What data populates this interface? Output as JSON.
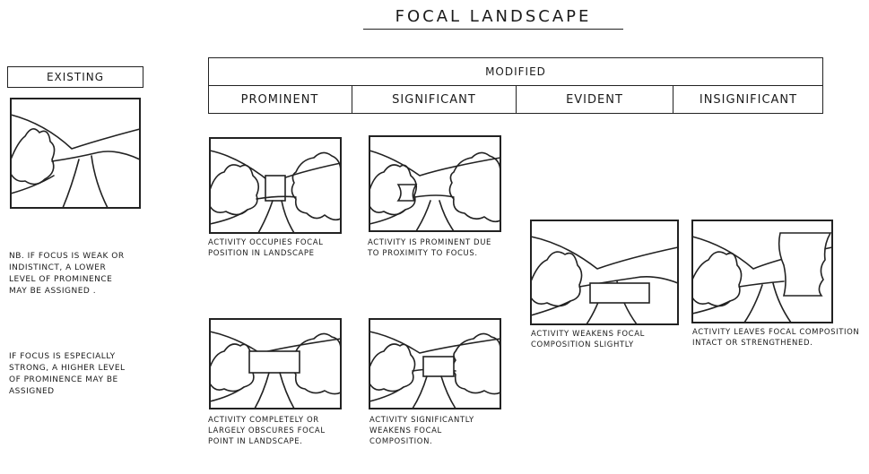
{
  "title": "FOCAL LANDSCAPE",
  "existing_label": "EXISTING",
  "modified_label": "MODIFIED",
  "columns": [
    "PROMINENT",
    "SIGNIFICANT",
    "EVIDENT",
    "INSIGNIFICANT"
  ],
  "captions": {
    "prominent_1": "ACTIVITY OCCUPIES FOCAL POSITION IN LANDSCAPE",
    "significant_1": "ACTIVITY IS PROMINENT DUE TO PROXIMITY TO FOCUS.",
    "evident_1": "ACTIVITY WEAKENS FOCAL COMPOSITION SLIGHTLY",
    "insignificant_1": "ACTIVITY LEAVES FOCAL COMPOSITION INTACT OR STRENGTHENED.",
    "prominent_2": "ACTIVITY COMPLETELY OR LARGELY OBSCURES FOCAL POINT IN LANDSCAPE.",
    "significant_2": "ACTIVITY SIGNIFICANTLY WEAKENS FOCAL COMPOSITION."
  },
  "notes": {
    "note_1": "NB. IF FOCUS IS WEAK OR INDISTINCT, A LOWER LEVEL OF PROMINENCE MAY BE ASSIGNED .",
    "note_2": "IF FOCUS IS ESPECIALLY STRONG, A HIGHER LEVEL OF PROMINENCE MAY BE ASSIGNED"
  }
}
